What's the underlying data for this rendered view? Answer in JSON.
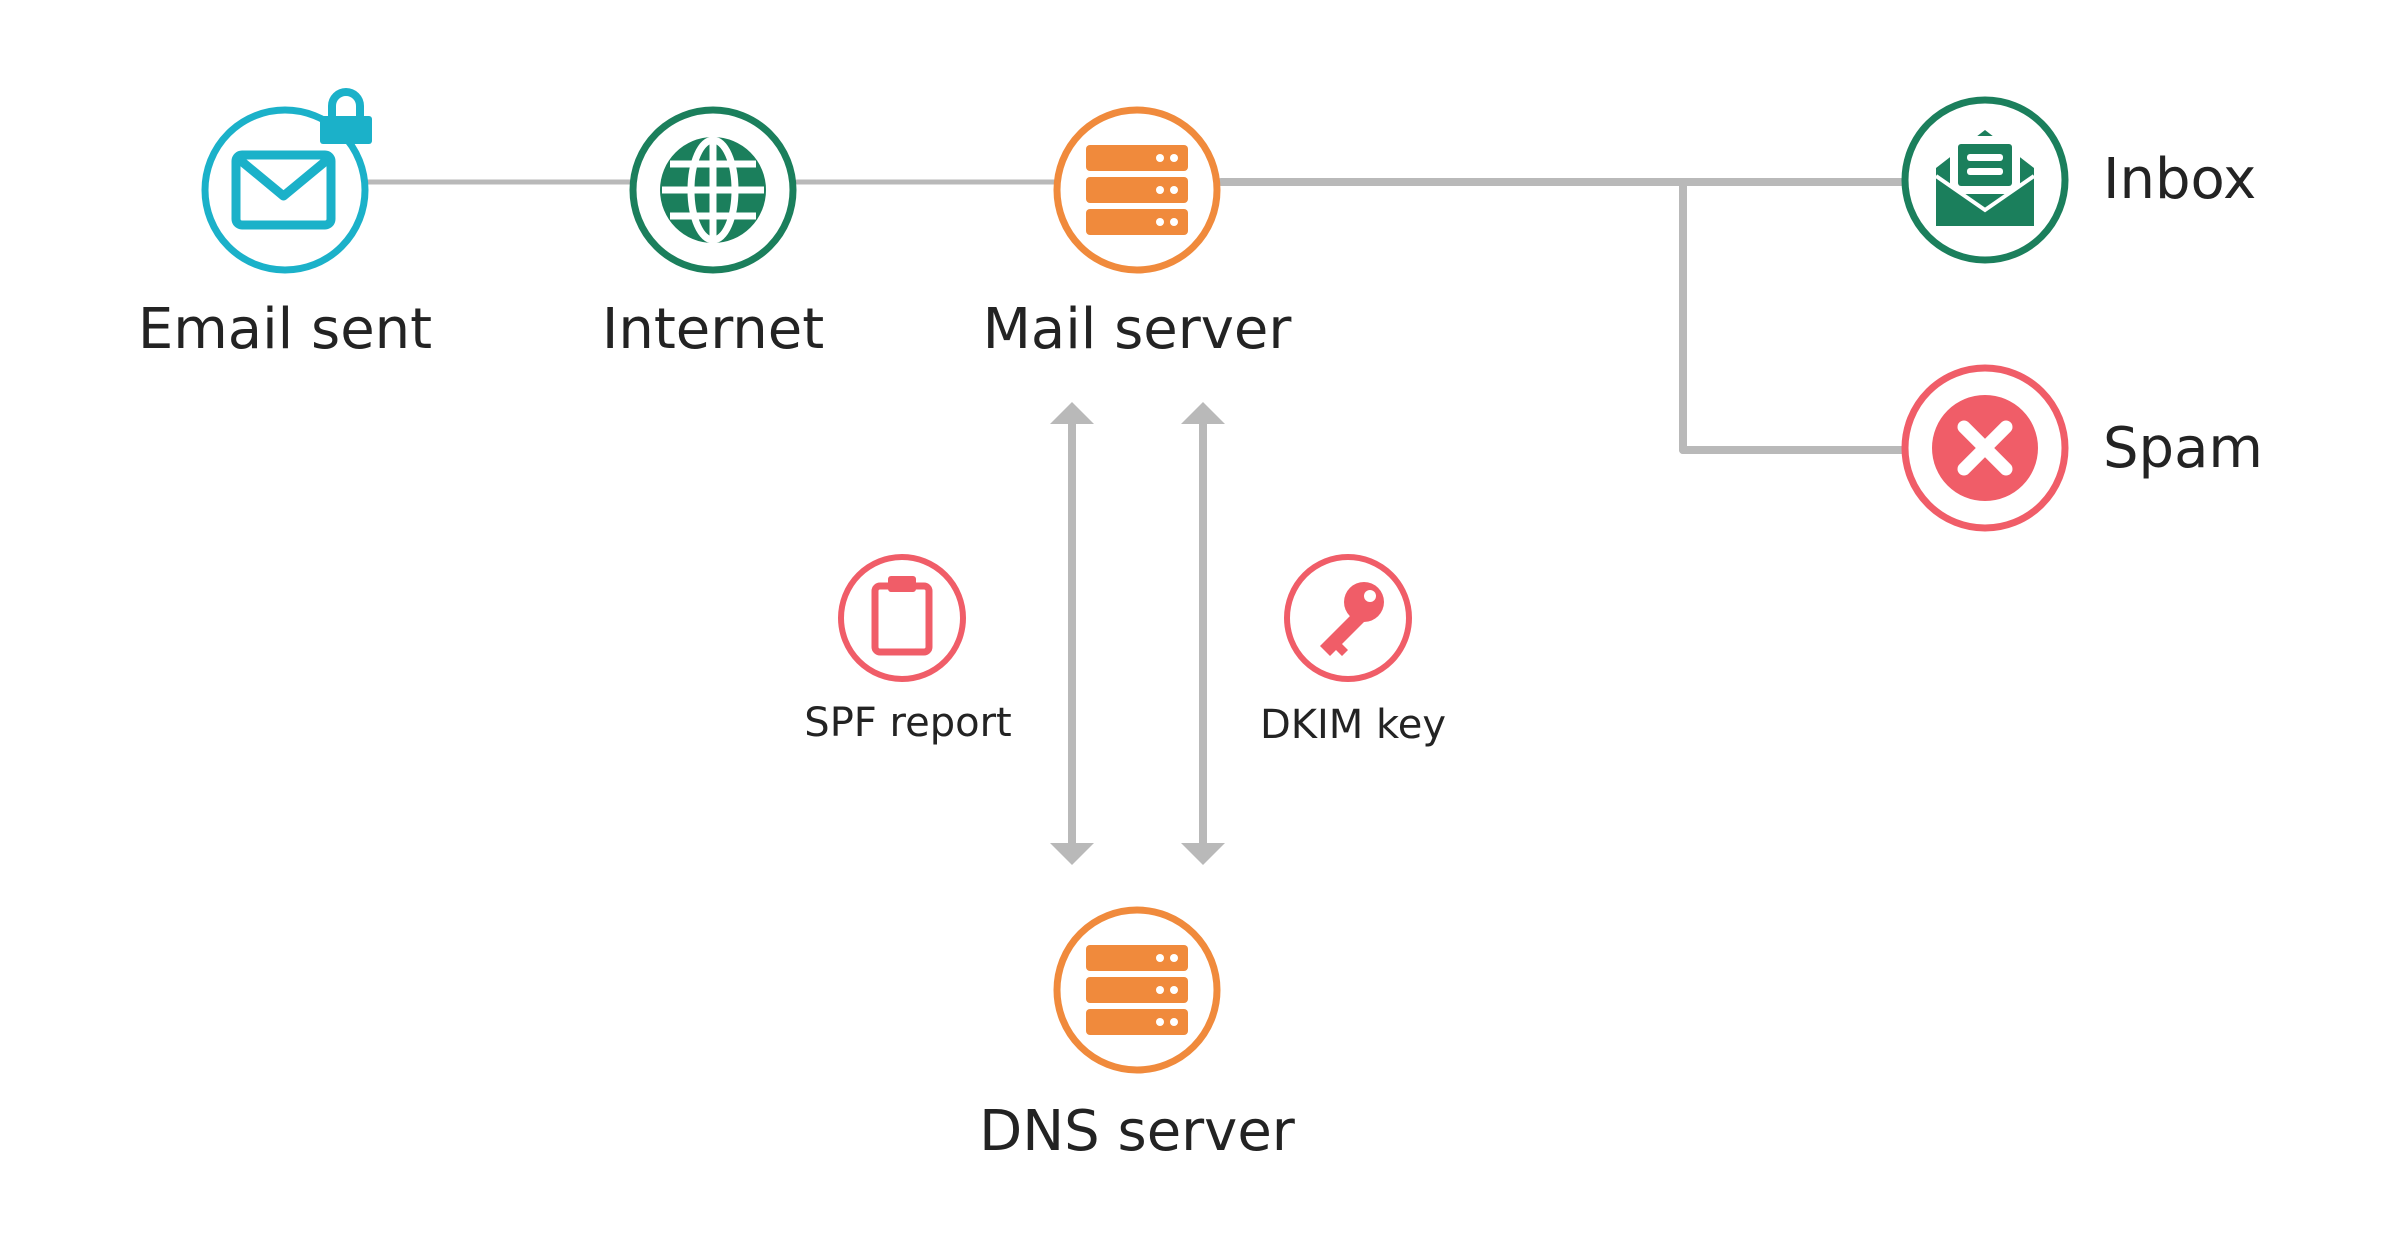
{
  "nodes": {
    "email_sent": {
      "label": "Email sent",
      "icon": "envelope-lock-icon",
      "color": "#1bb1c9"
    },
    "internet": {
      "label": "Internet",
      "icon": "globe-icon",
      "color": "#1b7f5c"
    },
    "mail_server": {
      "label": "Mail server",
      "icon": "server-icon",
      "color": "#f08a3c"
    },
    "inbox": {
      "label": "Inbox",
      "icon": "open-envelope-icon",
      "color": "#1b7f5c"
    },
    "spam": {
      "label": "Spam",
      "icon": "x-circle-icon",
      "color": "#f05d68"
    },
    "dns_server": {
      "label": "DNS server",
      "icon": "server-icon",
      "color": "#f08a3c"
    }
  },
  "checks": {
    "spf": {
      "label": "SPF report",
      "icon": "clipboard-icon",
      "color": "#f05d68"
    },
    "dkim": {
      "label": "DKIM key",
      "icon": "key-icon",
      "color": "#f05d68"
    }
  },
  "connector_color": "#b9b9b9"
}
